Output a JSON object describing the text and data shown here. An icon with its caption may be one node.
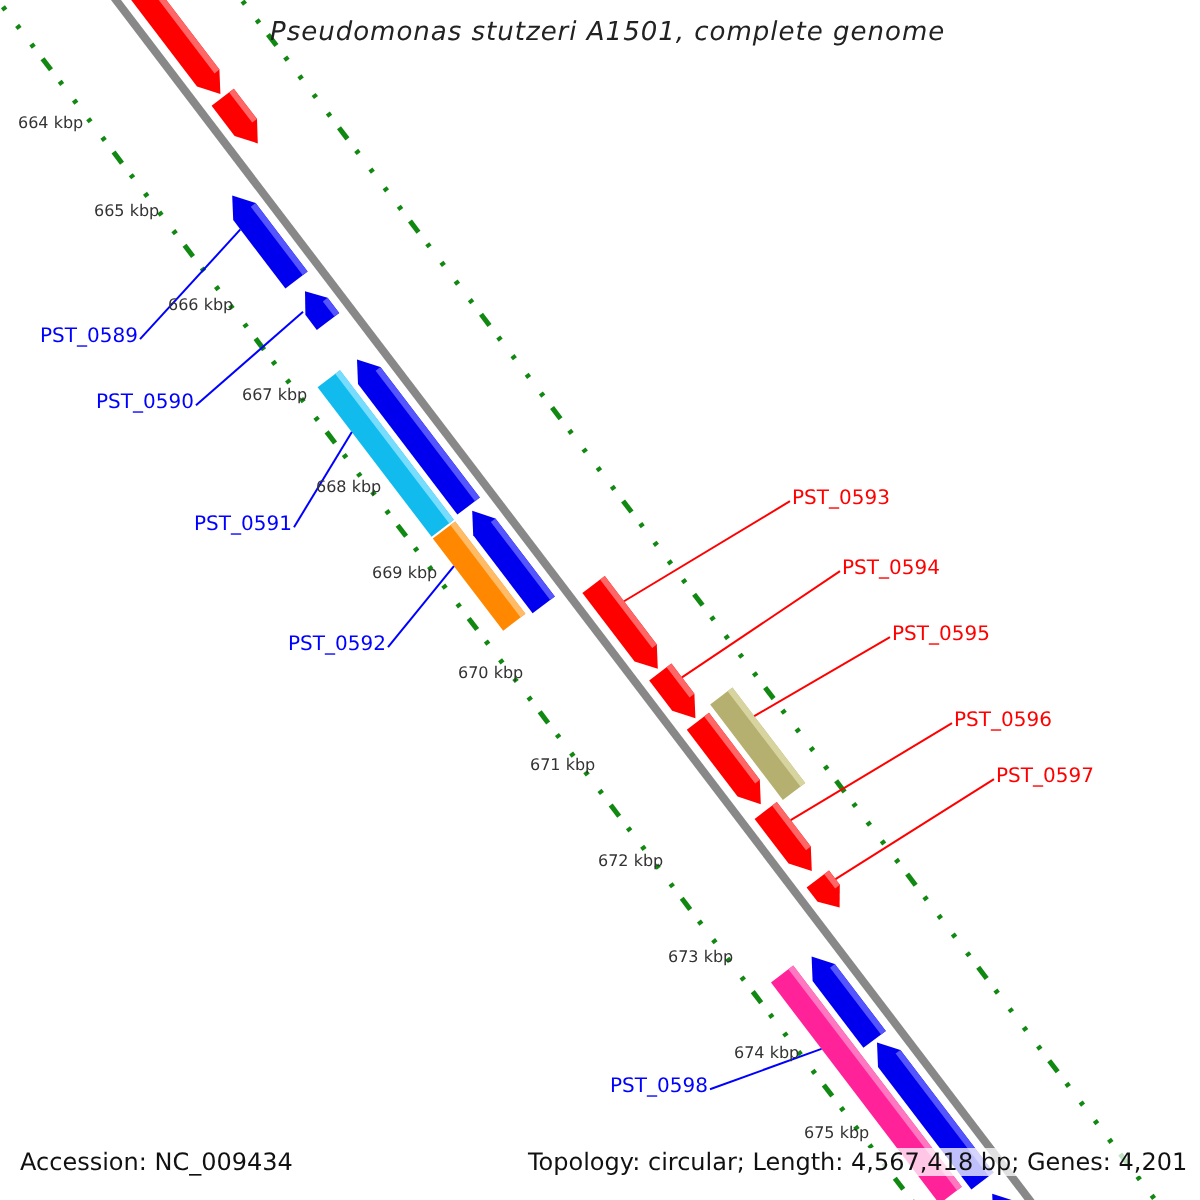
{
  "diagram": {
    "title": "Pseudomonas stutzeri A1501, complete genome",
    "nodes": [
      {
        "text": [
          "PST_0589"
        ]
      },
      {
        "text": [
          "PST_0590"
        ]
      },
      {
        "text": [
          "PST_0591"
        ]
      },
      {
        "text": [
          "PST_0592"
        ]
      },
      {
        "text": [
          "PST_0593"
        ]
      },
      {
        "text": [
          "PST_0594"
        ]
      },
      {
        "text": [
          "PST_0595"
        ]
      },
      {
        "text": [
          "PST_0596"
        ]
      },
      {
        "text": [
          "PST_0597"
        ]
      },
      {
        "text": [
          "PST_0598"
        ]
      },
      {
        "text": [],
        "shape": "arrow"
      },
      {
        "text": [],
        "shape": "arrow"
      },
      {
        "text": [],
        "shape": "arrow"
      },
      {
        "text": [],
        "shape": "arrow"
      },
      {
        "text": [],
        "shape": "bar"
      },
      {
        "text": [],
        "shape": "arrow"
      },
      {
        "text": [],
        "shape": "bar"
      },
      {
        "text": [],
        "shape": "arrow"
      },
      {
        "text": [],
        "shape": "arrow"
      },
      {
        "text": [],
        "shape": "arrow"
      },
      {
        "text": [],
        "shape": "bar"
      },
      {
        "text": [],
        "shape": "arrow"
      },
      {
        "text": [],
        "shape": "arrow"
      },
      {
        "text": [],
        "shape": "arrow"
      },
      {
        "text": [],
        "shape": "bar"
      },
      {
        "text": [],
        "shape": "arrow"
      },
      {
        "text": [],
        "shape": "arrow"
      },
      {
        "text": [],
        "shape": "arrow"
      }
    ],
    "edges": [
      {
        "from": 0,
        "to": 12,
        "arrow": "none"
      },
      {
        "from": 1,
        "to": 13,
        "arrow": "none"
      },
      {
        "from": 2,
        "to": 14,
        "arrow": "none"
      },
      {
        "from": 3,
        "to": 16,
        "arrow": "none"
      },
      {
        "from": 4,
        "to": 18,
        "arrow": "none",
        "color": "#ff0000"
      },
      {
        "from": 5,
        "to": 19,
        "arrow": "none",
        "color": "#ff0000"
      },
      {
        "from": 6,
        "to": 20,
        "arrow": "none",
        "color": "#ff0000"
      },
      {
        "from": 7,
        "to": 22,
        "arrow": "none",
        "color": "#ff0000"
      },
      {
        "from": 8,
        "to": 23,
        "arrow": "none",
        "color": "#ff0000"
      },
      {
        "from": 9,
        "to": 24,
        "arrow": "none"
      }
    ],
    "labels": [
      "664 kbp",
      "665 kbp",
      "666 kbp",
      "667 kbp",
      "668 kbp",
      "669 kbp",
      "670 kbp",
      "671 kbp",
      "672 kbp",
      "673 kbp",
      "674 kbp",
      "675 kbp",
      "Accession: NC_009434",
      "Topology: circular; Length: 4,567,418 bp; Genes: 4,201"
    ]
  }
}
